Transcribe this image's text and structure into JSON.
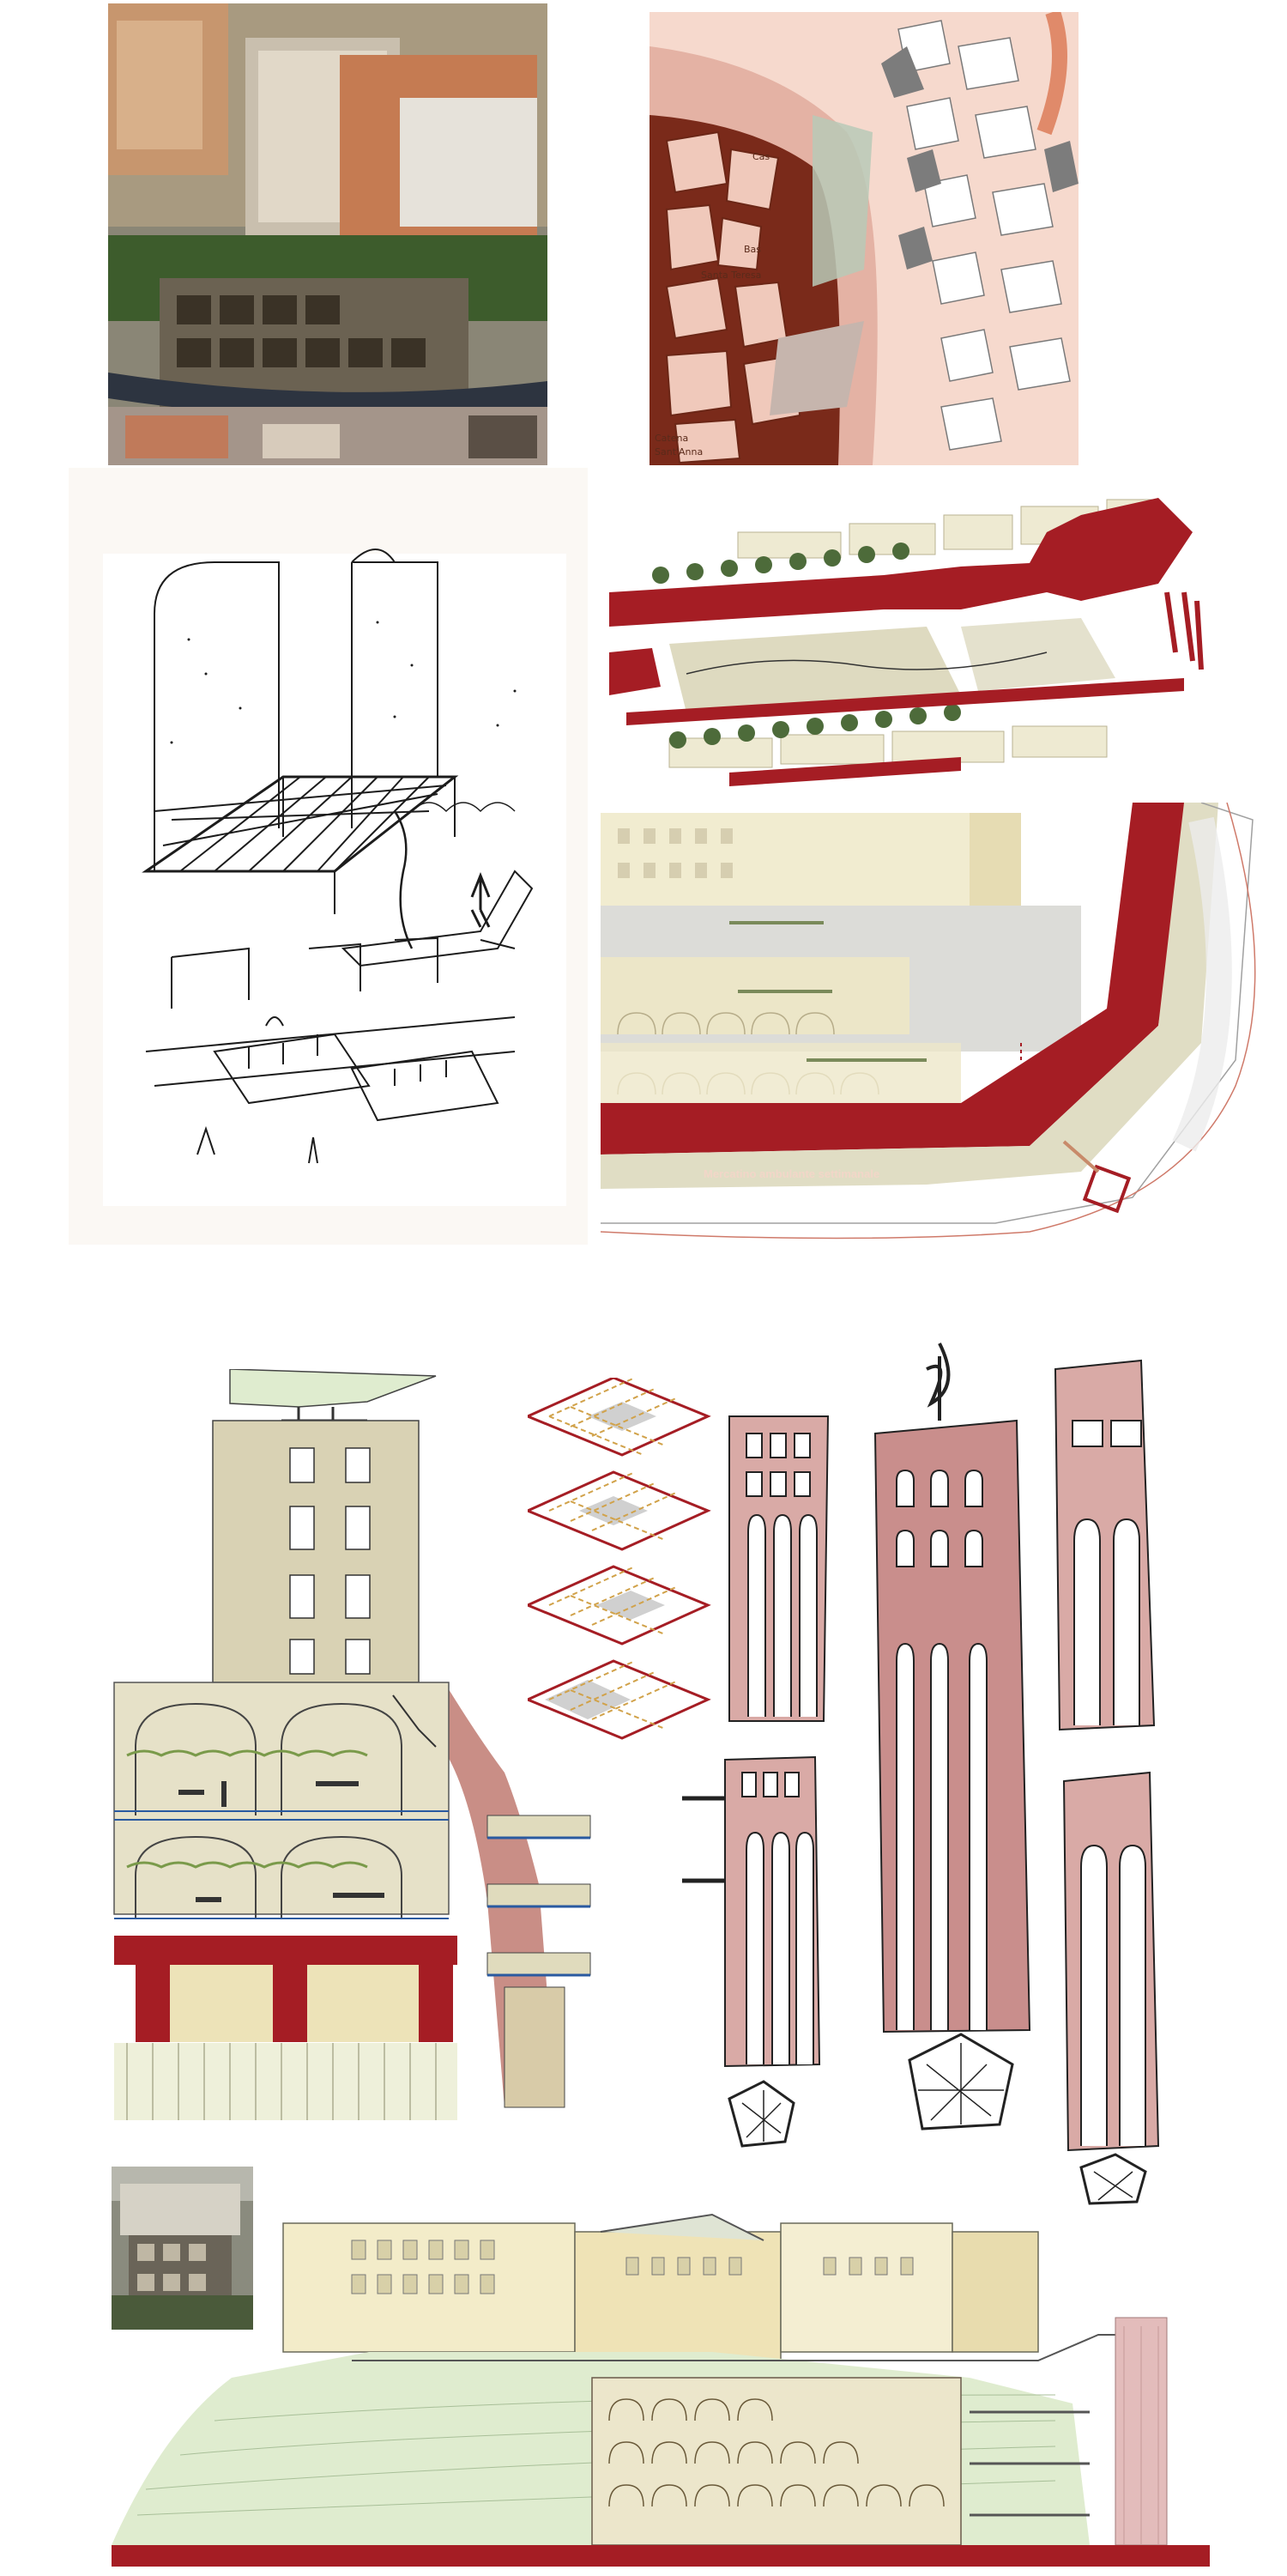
{
  "site_map": {
    "labels": [
      "Cas",
      "Bas",
      "Santa Teresa",
      "Catena",
      "Sant'Anna"
    ]
  },
  "plan": {
    "market_label": "Mercatino ambulante settimanale"
  },
  "colors": {
    "brick_red": "#a51d24",
    "tower_pink": "#d9aaa6",
    "beige": "#e9e3c4",
    "paper": "#fbf8f4",
    "pale_green": "#dfeccf",
    "map_light": "#f3d1c4",
    "map_dark": "#7a2a1a"
  }
}
